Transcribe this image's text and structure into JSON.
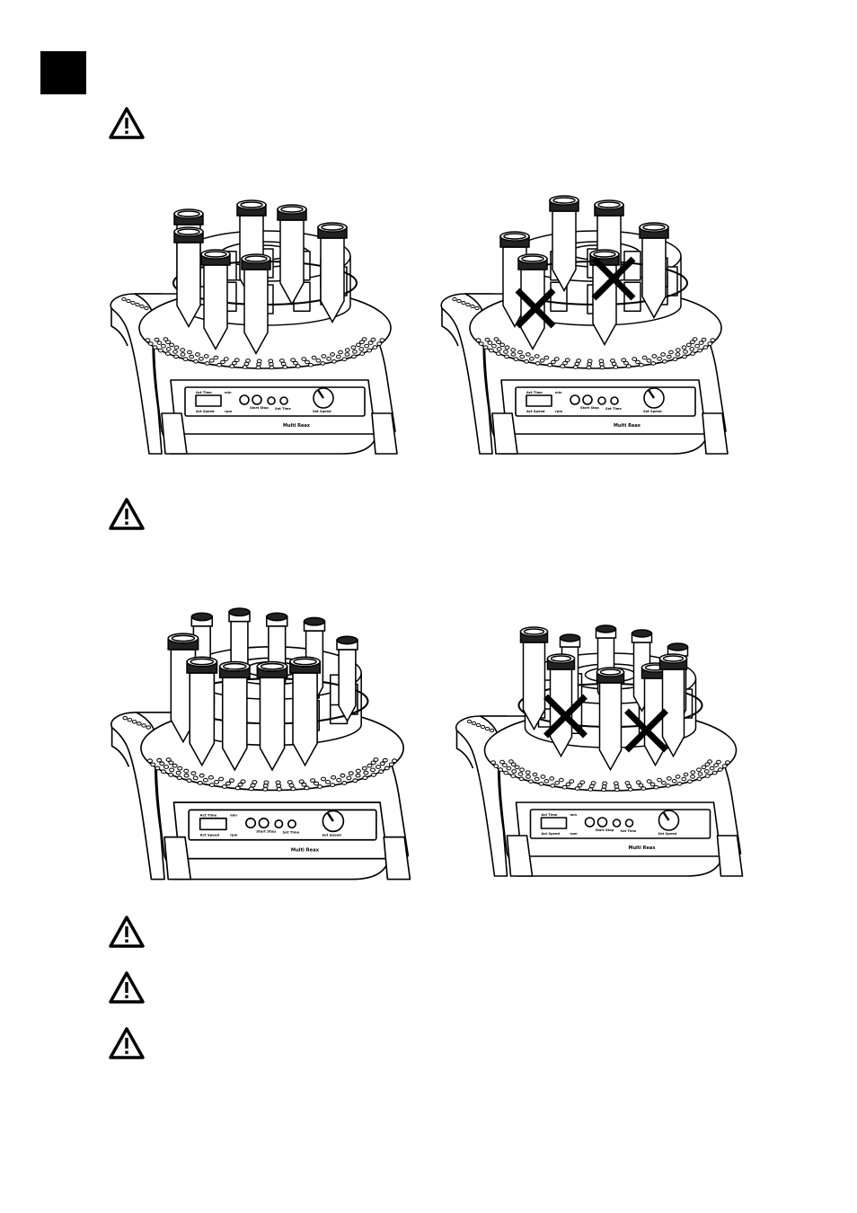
{
  "page": {
    "section_marker": "black-tab"
  },
  "warnings": [
    {
      "icon": "warning-triangle-icon"
    },
    {
      "icon": "warning-triangle-icon"
    },
    {
      "icon": "warning-triangle-icon"
    },
    {
      "icon": "warning-triangle-icon"
    },
    {
      "icon": "warning-triangle-icon"
    }
  ],
  "figures": [
    {
      "name": "correct-loading-large-tubes",
      "crossed": false
    },
    {
      "name": "incorrect-loading-large-tubes",
      "crossed": true
    },
    {
      "name": "correct-loading-mixed-tubes",
      "crossed": false
    },
    {
      "name": "incorrect-loading-mixed-tubes",
      "crossed": true
    }
  ],
  "device_panel": {
    "brand": "Multi Reax",
    "act_time": "Act Time",
    "act_speed": "Act Speed",
    "set_time": "Set Time",
    "set_speed": "Set Speed",
    "unit_min": "min",
    "unit_rpm": "rpm",
    "start_stop": "Start Stop"
  },
  "colors": {
    "line": "#000000",
    "fill": "#ffffff",
    "shade": "#d9d9d9"
  }
}
